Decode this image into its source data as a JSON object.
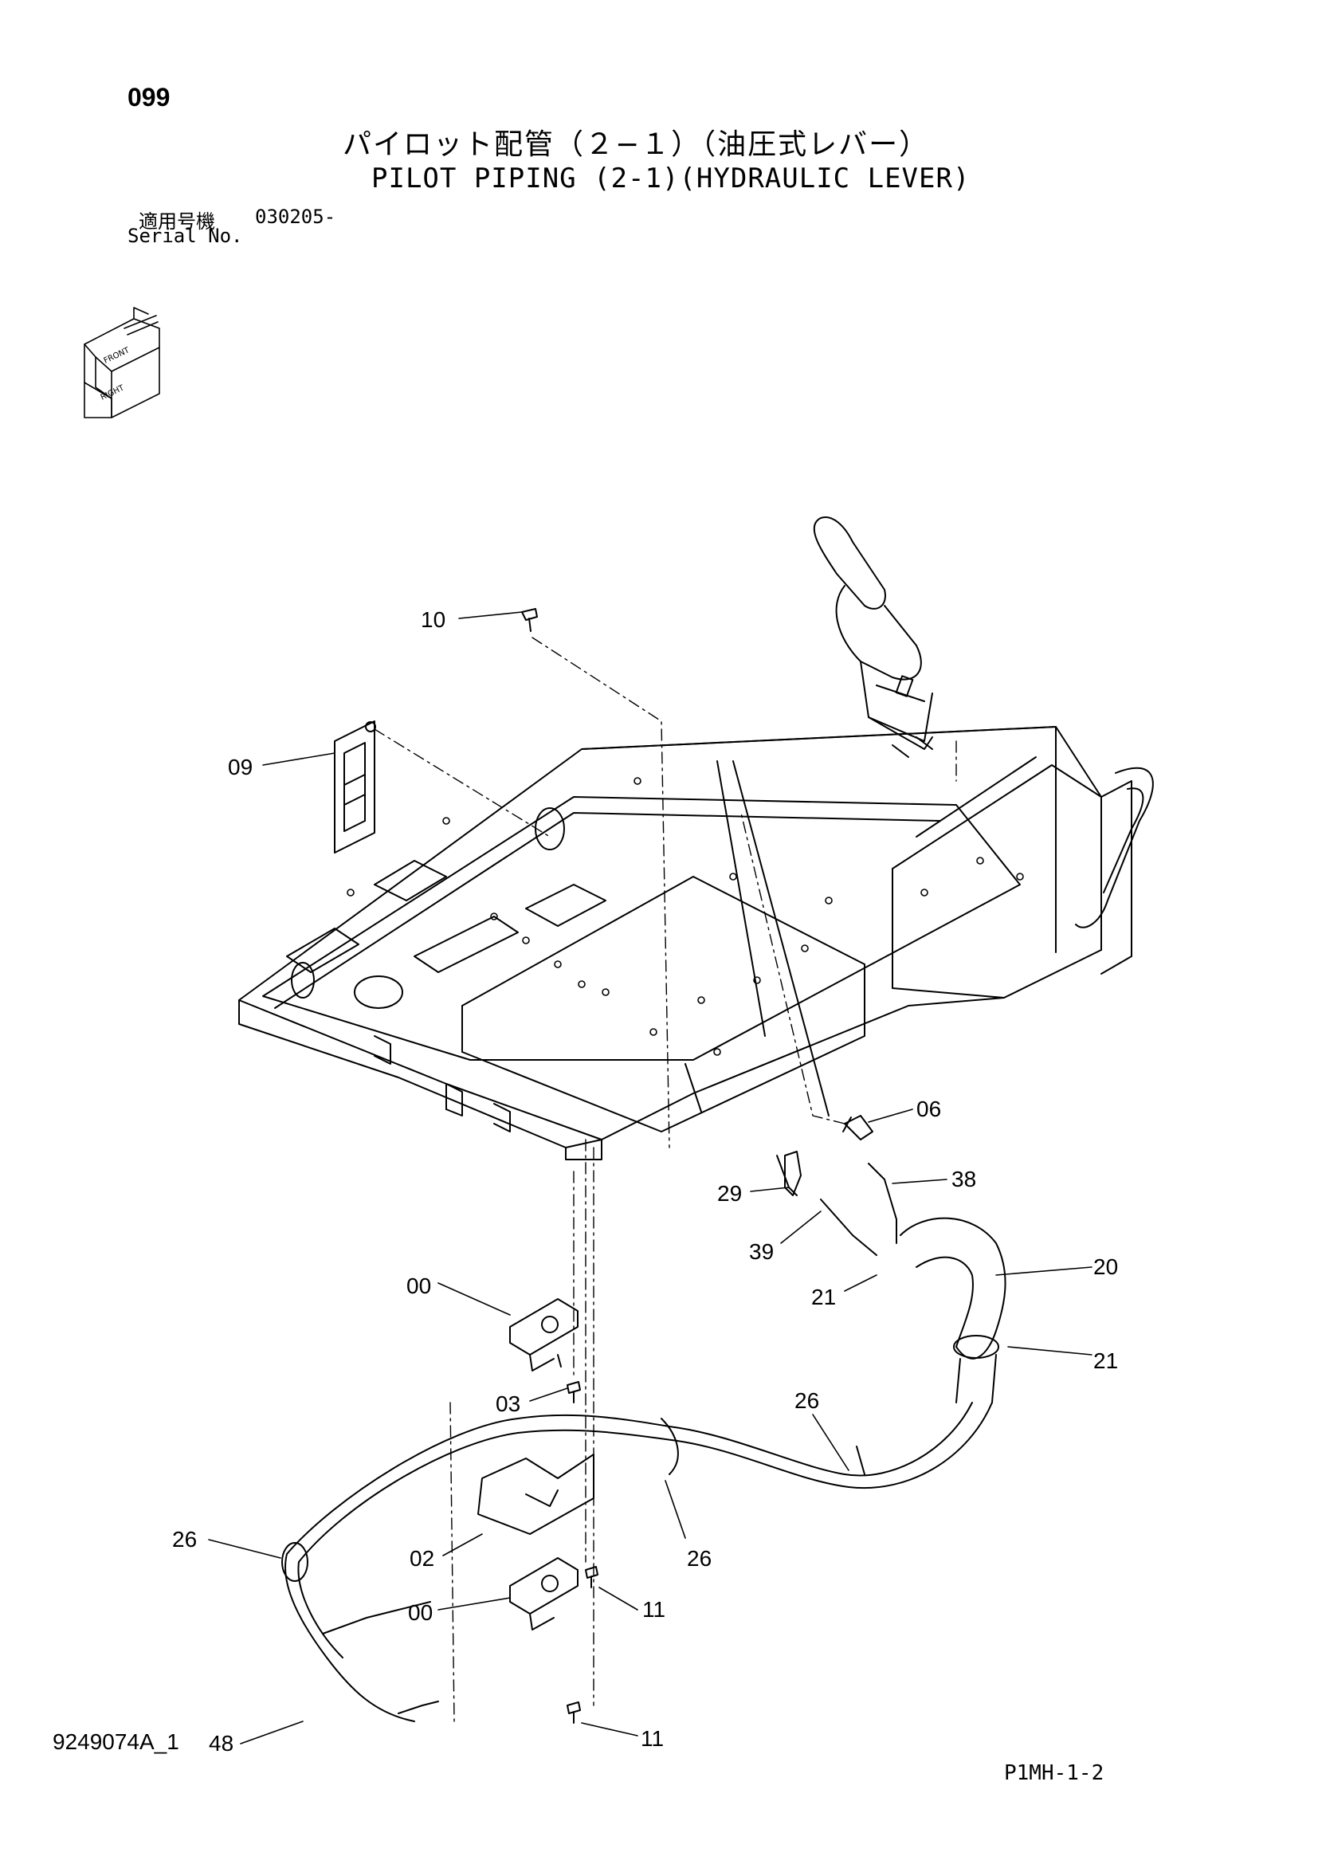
{
  "header": {
    "page_number": "099",
    "title_jp": "パイロット配管（２−１）（油圧式レバー）",
    "title_en": "PILOT PIPING (2-1)(HYDRAULIC LEVER)",
    "serial_label_jp": "適用号機",
    "serial_value": "030205-",
    "serial_label_en": "Serial No."
  },
  "orientation_icon": {
    "labels": [
      "FRONT",
      "RIGHT"
    ]
  },
  "callouts": [
    "10",
    "09",
    "06",
    "38",
    "29",
    "39",
    "20",
    "21",
    "21",
    "00",
    "03",
    "26",
    "26",
    "26",
    "02",
    "11",
    "00",
    "11",
    "48"
  ],
  "footer": {
    "document_id": "9249074A_1",
    "page_code": "P1MH-1-2"
  }
}
